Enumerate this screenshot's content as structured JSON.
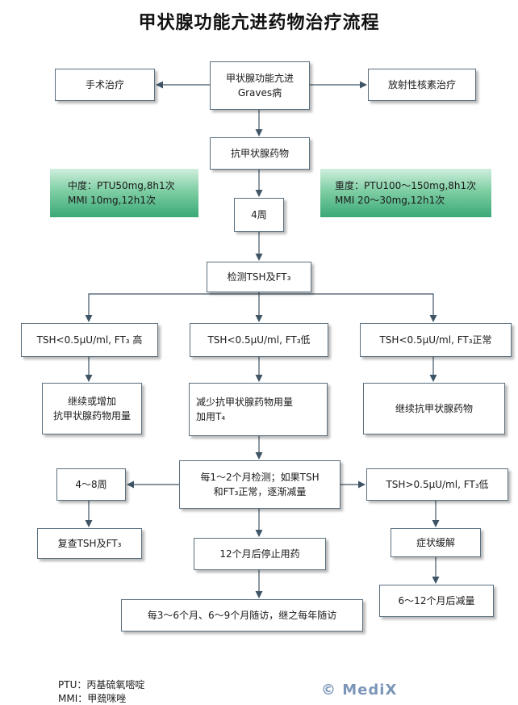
{
  "title": "甲状腺功能亢进药物治疗流程",
  "nodes": {
    "surgery": "手术治疗",
    "hyper_graves": "甲状腺功能亢进\nGraves病",
    "radioactive": "放射性核素治疗",
    "antithyroid": "抗甲状腺药物",
    "moderate": "中度：PTU50mg,8h1次\n MMI 10mg,12h1次",
    "severe": "重度：PTU100～150mg,8h1次\n MMI  20～30mg,12h1次",
    "weeks4": "4周",
    "test_tsh_ft3": "检测TSH及FT₃",
    "tsh_high": "TSH<0.5μU/ml, FT₃ 高",
    "tsh_low": "TSH<0.5μU/ml, FT₃低",
    "tsh_normal": "TSH<0.5μU/ml, FT₃正常",
    "continue_increase": "继续或增加\n抗甲状腺药物用量",
    "reduce_add_t4": "减少抗甲状腺药物用量\n加用T₄",
    "continue_antithyroid": "继续抗甲状腺药物",
    "monthly_test": "每1～2个月检测；如果TSH\n和FT₃正常，逐渐减量",
    "weeks4_8": "4～8周",
    "tsh_over": "TSH>0.5μU/ml, FT₃低",
    "recheck": "复查TSH及FT₃",
    "stop_12m": "12个月后停止用药",
    "symptom_relief": "症状缓解",
    "reduce_6_12": "6～12个月后减量",
    "followup": "每3～6个月、6～9个月随访，继之每年随访"
  },
  "legend": {
    "ptu": "PTU：丙基硫氧嘧啶",
    "mmi": "MMI：甲巯咪唑"
  },
  "watermark": "© MediX",
  "colors": {
    "arrow": "#3f5566",
    "border": "#5a6f7f",
    "green_top": "#cfeedd",
    "green_bottom": "#3aa877"
  }
}
